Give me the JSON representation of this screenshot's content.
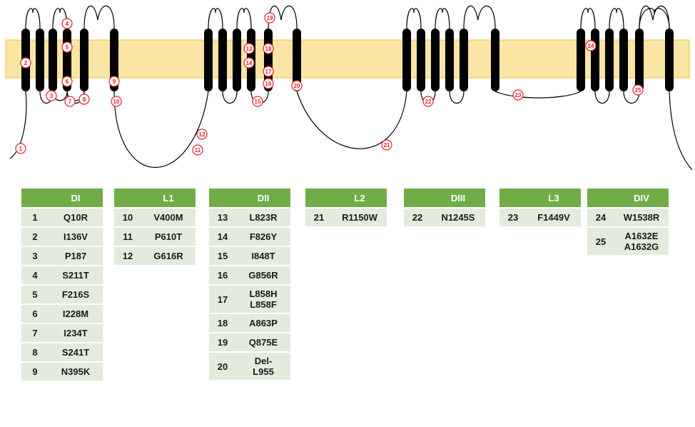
{
  "colors": {
    "membrane": "#fbe5a5",
    "membrane_border": "#f0c040",
    "helix": "#000000",
    "marker": "#e0242b",
    "header": "#70ad47",
    "cell": "#e3ecdc"
  },
  "markers": [
    "1",
    "2",
    "3",
    "4",
    "5",
    "6",
    "7",
    "8",
    "9",
    "10",
    "11",
    "12",
    "13",
    "14",
    "15",
    "16",
    "17",
    "18",
    "19",
    "20",
    "21",
    "22",
    "23",
    "24",
    "25"
  ],
  "tables": [
    {
      "title": "DI",
      "rows": [
        {
          "num": "1",
          "variants": [
            "Q10R"
          ]
        },
        {
          "num": "2",
          "variants": [
            "I136V"
          ]
        },
        {
          "num": "3",
          "variants": [
            "P187"
          ]
        },
        {
          "num": "4",
          "variants": [
            "S211T"
          ]
        },
        {
          "num": "5",
          "variants": [
            "F216S"
          ]
        },
        {
          "num": "6",
          "variants": [
            "I228M"
          ]
        },
        {
          "num": "7",
          "variants": [
            "I234T"
          ]
        },
        {
          "num": "8",
          "variants": [
            "S241T"
          ]
        },
        {
          "num": "9",
          "variants": [
            "N395K"
          ]
        }
      ]
    },
    {
      "title": "L1",
      "rows": [
        {
          "num": "10",
          "variants": [
            "V400M"
          ]
        },
        {
          "num": "11",
          "variants": [
            "P610T"
          ]
        },
        {
          "num": "12",
          "variants": [
            "G616R"
          ]
        }
      ]
    },
    {
      "title": "DII",
      "rows": [
        {
          "num": "13",
          "variants": [
            "L823R"
          ]
        },
        {
          "num": "14",
          "variants": [
            "F826Y"
          ]
        },
        {
          "num": "15",
          "variants": [
            "I848T"
          ]
        },
        {
          "num": "16",
          "variants": [
            "G856R"
          ]
        },
        {
          "num": "17",
          "variants": [
            "L858H",
            "L858F"
          ]
        },
        {
          "num": "18",
          "variants": [
            "A863P"
          ]
        },
        {
          "num": "19",
          "variants": [
            "Q875E"
          ]
        },
        {
          "num": "20",
          "variants": [
            "Del-",
            "L955"
          ]
        }
      ]
    },
    {
      "title": "L2",
      "rows": [
        {
          "num": "21",
          "variants": [
            "R1150W"
          ]
        }
      ]
    },
    {
      "title": "DIII",
      "rows": [
        {
          "num": "22",
          "variants": [
            "N1245S"
          ]
        }
      ]
    },
    {
      "title": "L3",
      "rows": [
        {
          "num": "23",
          "variants": [
            "F1449V"
          ]
        }
      ]
    },
    {
      "title": "DIV",
      "rows": [
        {
          "num": "24",
          "variants": [
            "W1538R"
          ]
        },
        {
          "num": "25",
          "variants": [
            "A1632E",
            "A1632G"
          ]
        }
      ]
    }
  ]
}
